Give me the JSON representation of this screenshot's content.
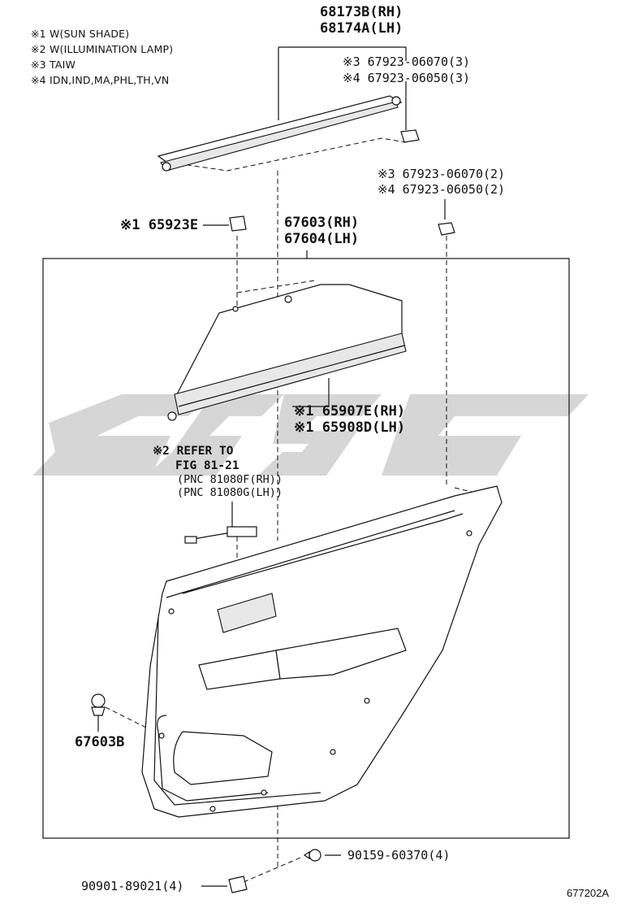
{
  "notes": [
    "※1 W(SUN SHADE)",
    "※2 W(ILLUMINATION LAMP)",
    "※3 TAIW",
    "※4 IDN,IND,MA,PHL,TH,VN"
  ],
  "labels": {
    "p68173b": "68173B(RH)",
    "p68174a": "68174A(LH)",
    "p67923_06070_3": "※3 67923-06070(3)",
    "p67923_06050_3": "※4 67923-06050(3)",
    "p67923_06070_2": "※3 67923-06070(2)",
    "p67923_06050_2": "※4 67923-06050(2)",
    "p65923e": "※1 65923E",
    "p67603": "67603(RH)",
    "p67604": "67604(LH)",
    "p65907e": "※1 65907E(RH)",
    "p65908d": "※1 65908D(LH)",
    "refer_to": "※2 REFER TO",
    "fig": "FIG 81-21",
    "pnc_rh": "(PNC 81080F(RH))",
    "pnc_lh": "(PNC 81080G(LH))",
    "p67603b": "67603B",
    "p90159": "90159-60370(4)",
    "p90901": "90901-89021(4)",
    "figure_number": "677202A"
  },
  "colors": {
    "line": "#111111",
    "watermark": "#cfcfcf",
    "background": "#ffffff"
  }
}
